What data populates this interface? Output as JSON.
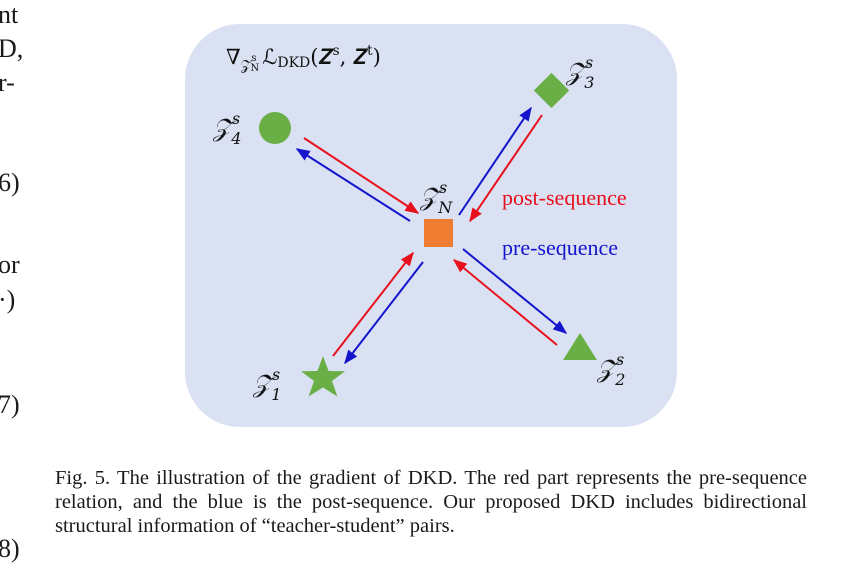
{
  "margin": {
    "frag1": "nt",
    "frag2": "D,",
    "frag3": "r-",
    "frag4": "6)",
    "frag5": "or",
    "frag6": "·)",
    "frag7": "7)",
    "frag8": "8)"
  },
  "figure": {
    "formula": {
      "nabla": "∇",
      "sub_z": "𝒵",
      "sub_sup": "s",
      "sub_sub": "N",
      "loss": "ℒ",
      "loss_sub": "DKD",
      "args": "(𝒁",
      "arg_s": "s",
      "comma": ", 𝒁",
      "arg_t": "t",
      "close": ")"
    },
    "nodes": {
      "z1": {
        "base": "𝒵",
        "sup": "s",
        "sub": "1"
      },
      "z2": {
        "base": "𝒵",
        "sup": "s",
        "sub": "2"
      },
      "z3": {
        "base": "𝒵",
        "sup": "s",
        "sub": "3"
      },
      "z4": {
        "base": "𝒵",
        "sup": "s",
        "sub": "4"
      },
      "zN": {
        "base": "𝒵",
        "sup": "s",
        "sub": "N"
      }
    },
    "legend": {
      "post": "post-sequence",
      "pre": "pre-sequence"
    },
    "colors": {
      "panel": "#dae1f3",
      "red": "#e8101c",
      "blue": "#1414cc",
      "orange": "#ef7d31",
      "green": "#6aaf46"
    }
  },
  "caption": "Fig. 5.  The illustration of the gradient of DKD. The red part represents the pre-sequence relation, and the blue is the post-sequence. Our proposed DKD includes bidirectional structural information of “teacher-student” pairs."
}
